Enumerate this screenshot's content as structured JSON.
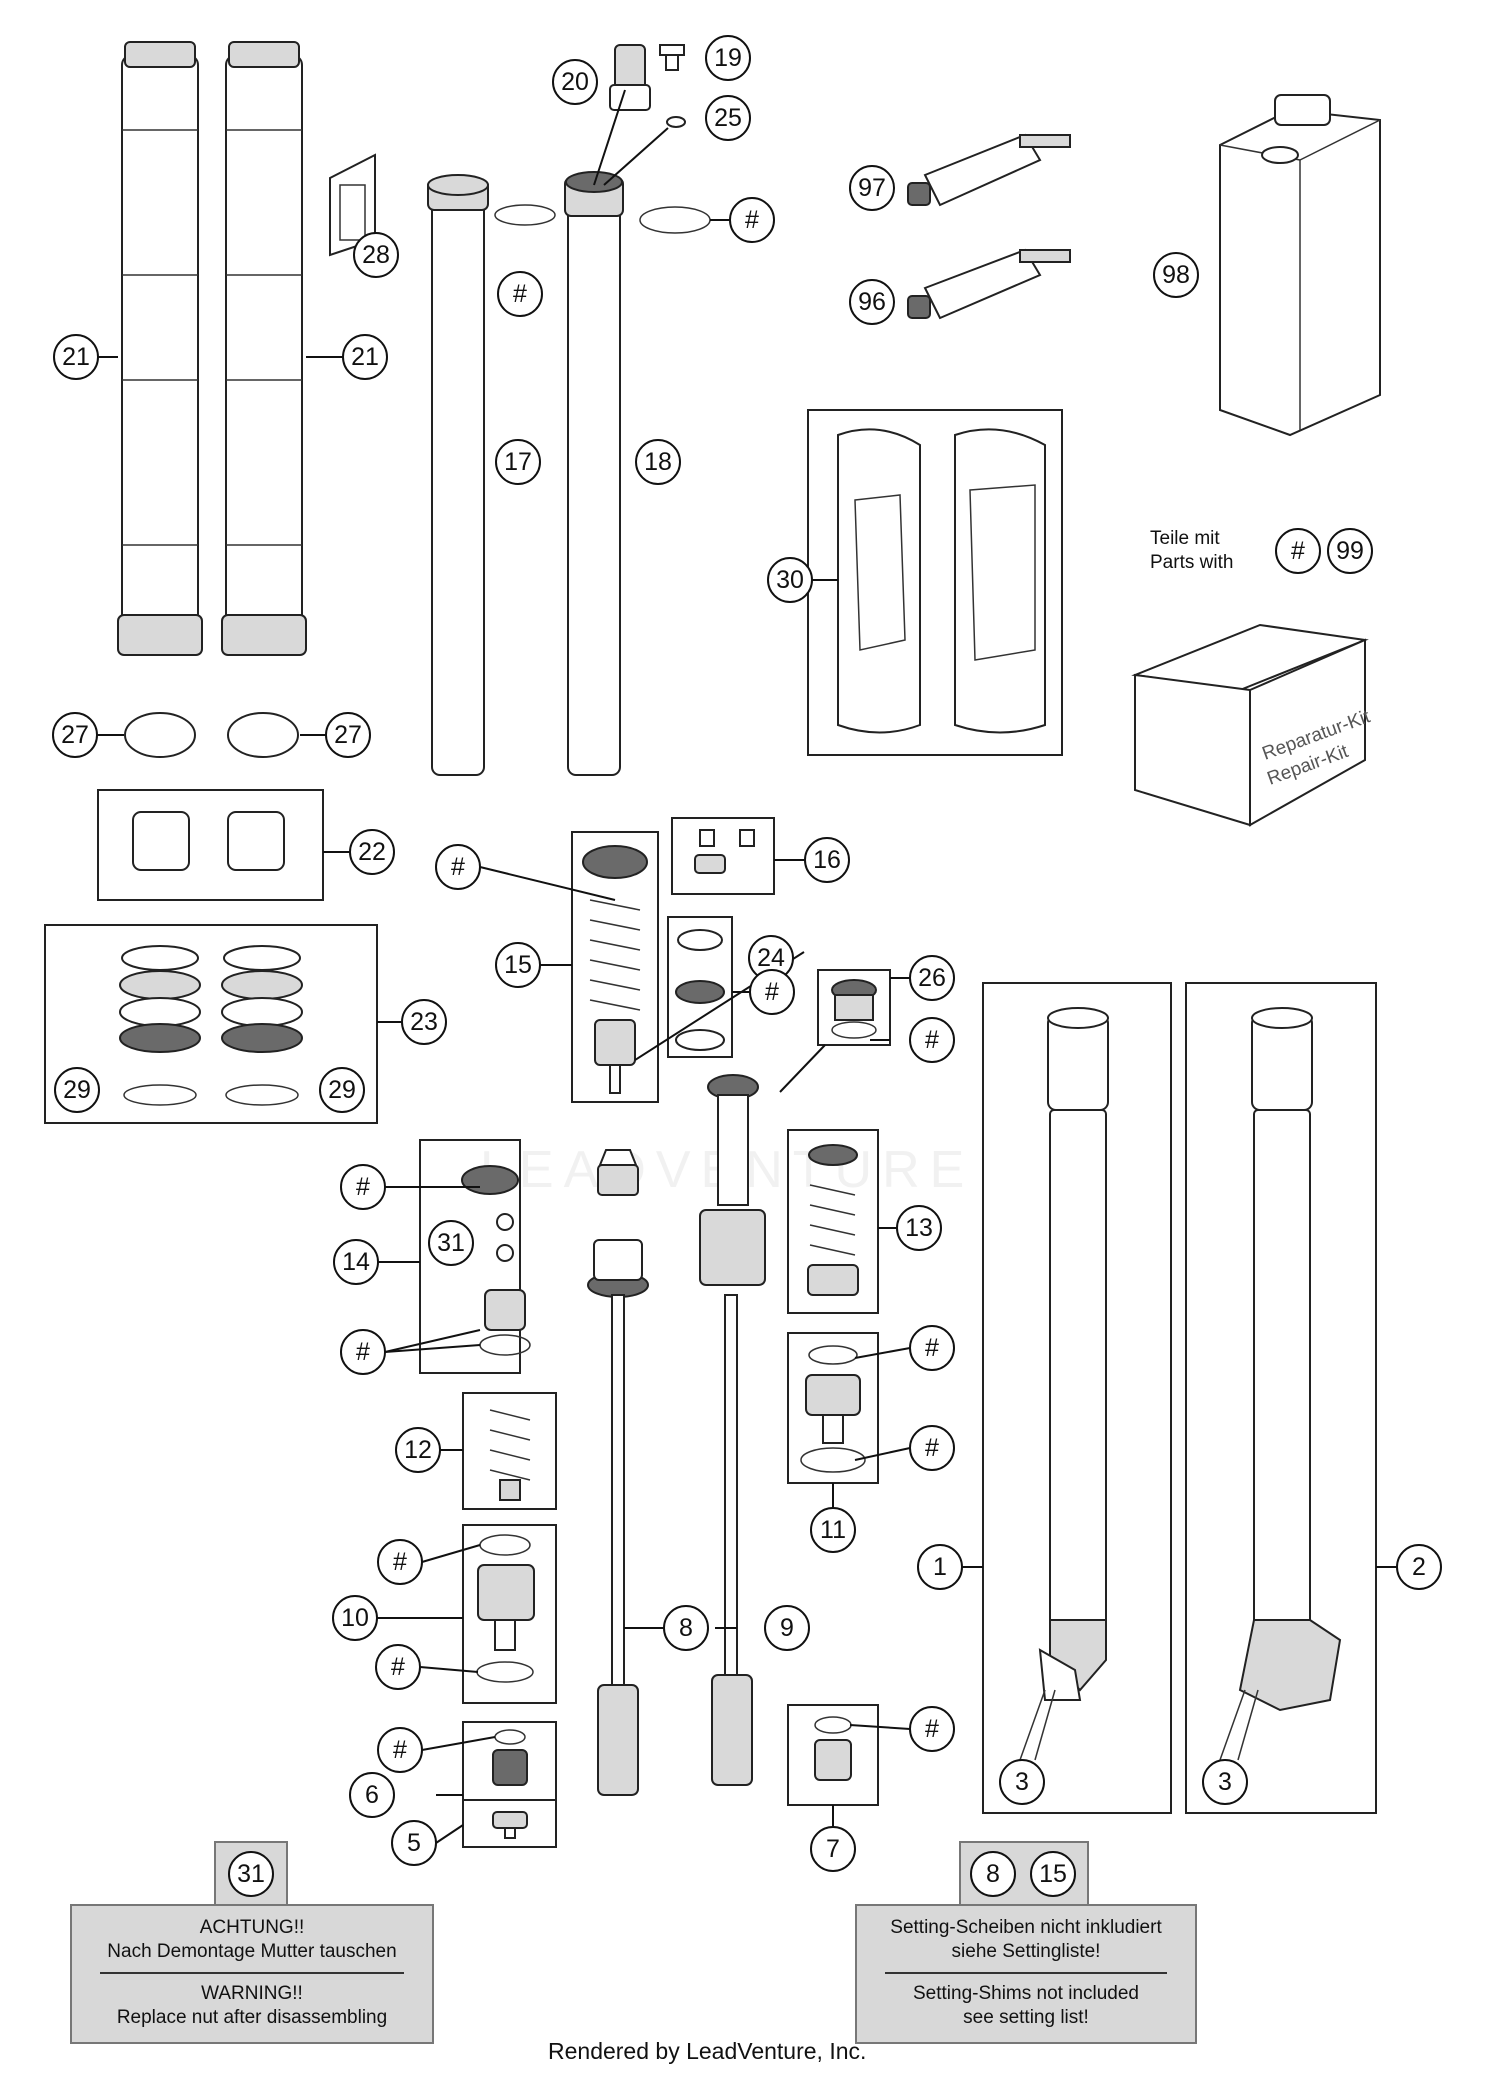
{
  "callouts": [
    {
      "label": "21"
    },
    {
      "label": "21"
    },
    {
      "label": "27"
    },
    {
      "label": "27"
    },
    {
      "label": "28"
    },
    {
      "label": "20"
    },
    {
      "label": "19"
    },
    {
      "label": "25"
    },
    {
      "label": "#"
    },
    {
      "label": "#"
    },
    {
      "label": "17"
    },
    {
      "label": "18"
    },
    {
      "label": "97"
    },
    {
      "label": "96"
    },
    {
      "label": "98"
    },
    {
      "label": "30"
    },
    {
      "label": "#"
    },
    {
      "label": "99"
    },
    {
      "label": "22"
    },
    {
      "label": "23"
    },
    {
      "label": "29"
    },
    {
      "label": "29"
    },
    {
      "label": "#"
    },
    {
      "label": "15"
    },
    {
      "label": "16"
    },
    {
      "label": "24"
    },
    {
      "label": "#"
    },
    {
      "label": "26"
    },
    {
      "label": "#"
    },
    {
      "label": "#"
    },
    {
      "label": "31"
    },
    {
      "label": "14"
    },
    {
      "label": "#"
    },
    {
      "label": "13"
    },
    {
      "label": "#"
    },
    {
      "label": "#"
    },
    {
      "label": "12"
    },
    {
      "label": "11"
    },
    {
      "label": "#"
    },
    {
      "label": "10"
    },
    {
      "label": "#"
    },
    {
      "label": "8"
    },
    {
      "label": "9"
    },
    {
      "label": "1"
    },
    {
      "label": "2"
    },
    {
      "label": "#"
    },
    {
      "label": "6"
    },
    {
      "label": "5"
    },
    {
      "label": "#"
    },
    {
      "label": "7"
    },
    {
      "label": "3"
    },
    {
      "label": "3"
    },
    {
      "label": "31"
    },
    {
      "label": "8"
    },
    {
      "label": "15"
    }
  ],
  "kit_label": {
    "line1": "Teile mit",
    "line2": "Parts with"
  },
  "kit_box_text": {
    "line1": "Reparatur-Kit",
    "line2": "Repair-Kit"
  },
  "notice_left": {
    "de_line1": "ACHTUNG!!",
    "de_line2": "Nach Demontage Mutter tauschen",
    "en_line1": "WARNING!!",
    "en_line2": "Replace nut after disassembling"
  },
  "notice_right": {
    "de_line1": "Setting-Scheiben nicht inkludiert",
    "de_line2": "siehe Settingliste!",
    "en_line1": "Setting-Shims not included",
    "en_line2": "see setting list!"
  },
  "watermark": "LEADVENTURE",
  "footer": "Rendered by LeadVenture, Inc."
}
